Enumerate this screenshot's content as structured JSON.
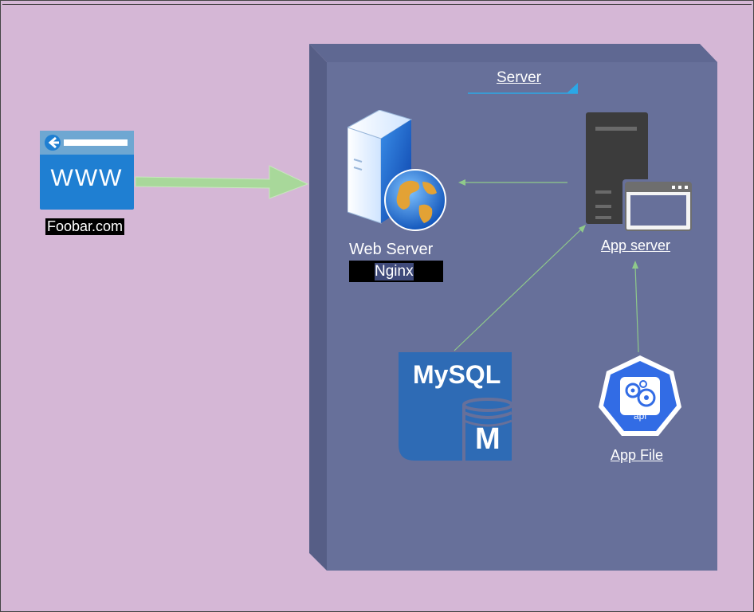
{
  "colors": {
    "background": "#d5b7d6",
    "server_box": "#67709a",
    "server_box_side": "#5a628a",
    "connector_arrow": "#a8d89a",
    "connector_line": "#8fc98a"
  },
  "browser": {
    "icon": "www-browser-icon",
    "glyph": "WWW",
    "label": "Foobar.com"
  },
  "server_box": {
    "title": "Server"
  },
  "web_server": {
    "icon": "web-server-globe-icon",
    "label": "Web Server",
    "sublabel": "Nginx"
  },
  "app_server": {
    "icon": "app-server-icon",
    "label": "App server"
  },
  "database": {
    "icon": "mysql-database-icon",
    "brand": "MySQL",
    "glyph": "M"
  },
  "app_file": {
    "icon": "kubernetes-api-icon",
    "glyph": "api",
    "label": "App File"
  }
}
